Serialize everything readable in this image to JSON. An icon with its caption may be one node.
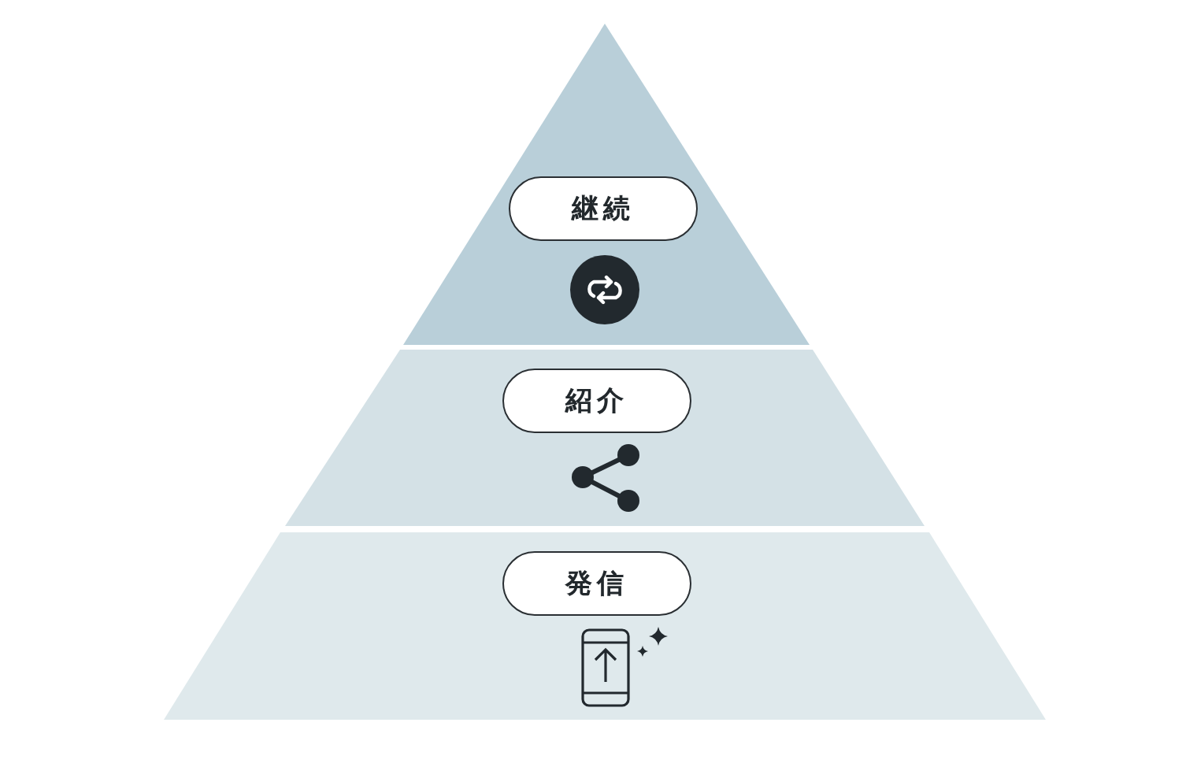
{
  "diagram": {
    "nodes": [
      {
        "text": [
          "継続"
        ]
      },
      {
        "text": [
          "紹介"
        ]
      },
      {
        "text": [
          "発信"
        ]
      }
    ]
  }
}
